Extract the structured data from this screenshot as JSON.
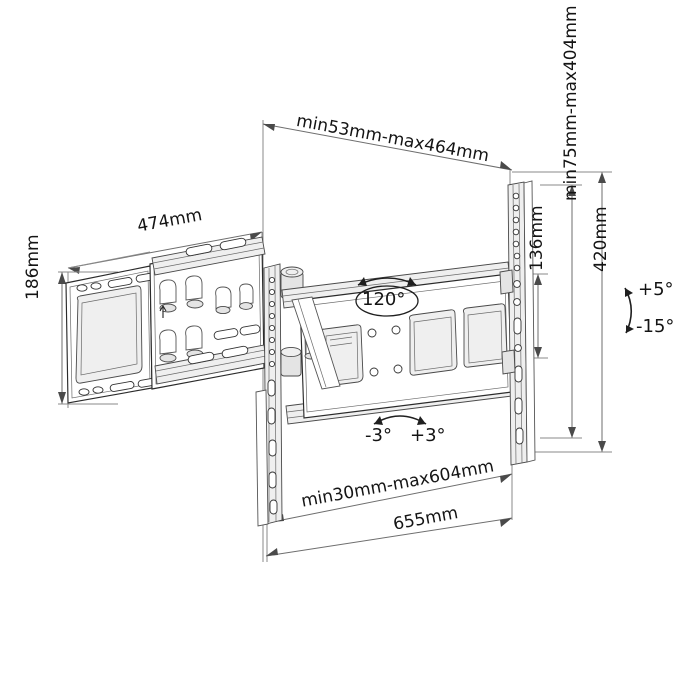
{
  "drawing": {
    "title": "TV wall mount bracket dimension drawing",
    "background_color": "#ffffff",
    "line_color": "#2b2b2b",
    "dimension_line_color": "#6e6e6e",
    "text_color": "#141414"
  },
  "dimensions": {
    "top_depth": "min53mm-max464mm",
    "arm_length": "474mm",
    "plate_height": "186mm",
    "bracket_spacing": "136mm",
    "wall_plate_range": "min75mm-max404mm",
    "overall_height": "420mm",
    "bottom_depth": "min30mm-max604mm",
    "overall_width": "655mm"
  },
  "angles": {
    "swivel": "120°",
    "roll_negative": "-3°",
    "roll_positive": "+3°",
    "tilt_up": "+5°",
    "tilt_down": "-15°"
  }
}
